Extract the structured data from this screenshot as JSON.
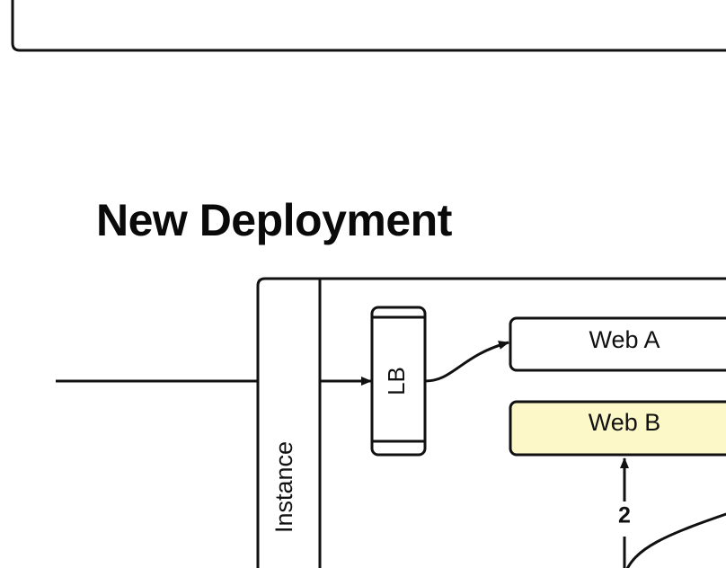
{
  "title": "New Deployment",
  "nodes": {
    "instance": {
      "label": "Instance"
    },
    "load_balancer": {
      "label": "LB"
    },
    "web_a": {
      "label": "Web A"
    },
    "web_b": {
      "label": "Web B",
      "fill": "#fdf8c8"
    }
  },
  "edges": {
    "step_2": {
      "label": "2"
    }
  },
  "colors": {
    "stroke": "#111111",
    "background": "#ffffff"
  }
}
